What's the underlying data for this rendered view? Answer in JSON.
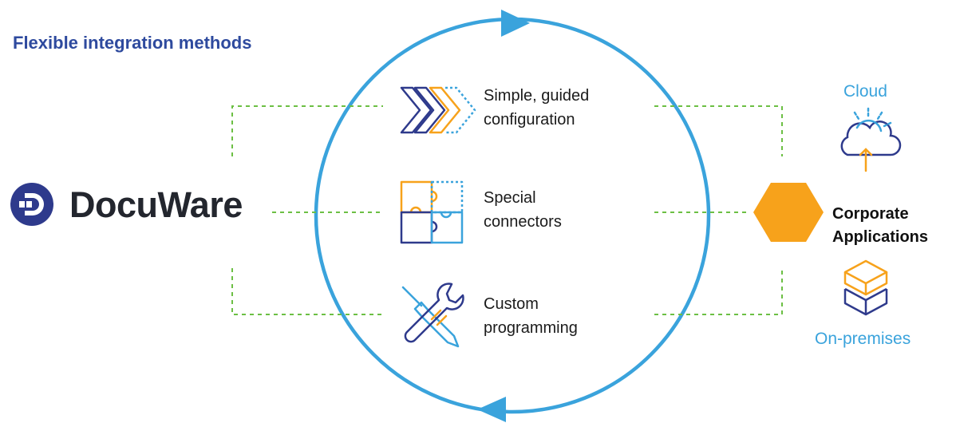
{
  "title": "Flexible integration methods",
  "logo": {
    "text": "DocuWare"
  },
  "methods": [
    {
      "line1": "Simple, guided",
      "line2": "configuration",
      "icon": "chevrons-icon"
    },
    {
      "line1": "Special",
      "line2": "connectors",
      "icon": "puzzle-icon"
    },
    {
      "line1": "Custom",
      "line2": "programming",
      "icon": "tools-icon"
    }
  ],
  "target": {
    "line1": "Corporate",
    "line2": "Applications",
    "icon": "hexagon-icon"
  },
  "deployment": {
    "cloud": "Cloud",
    "on_premises": "On-premises"
  },
  "colors": {
    "title": "#2e4a9e",
    "cycle": "#3aa3dc",
    "connector": "#6cbf44",
    "accent": "#f7a21b",
    "navy": "#2e3a8c"
  }
}
